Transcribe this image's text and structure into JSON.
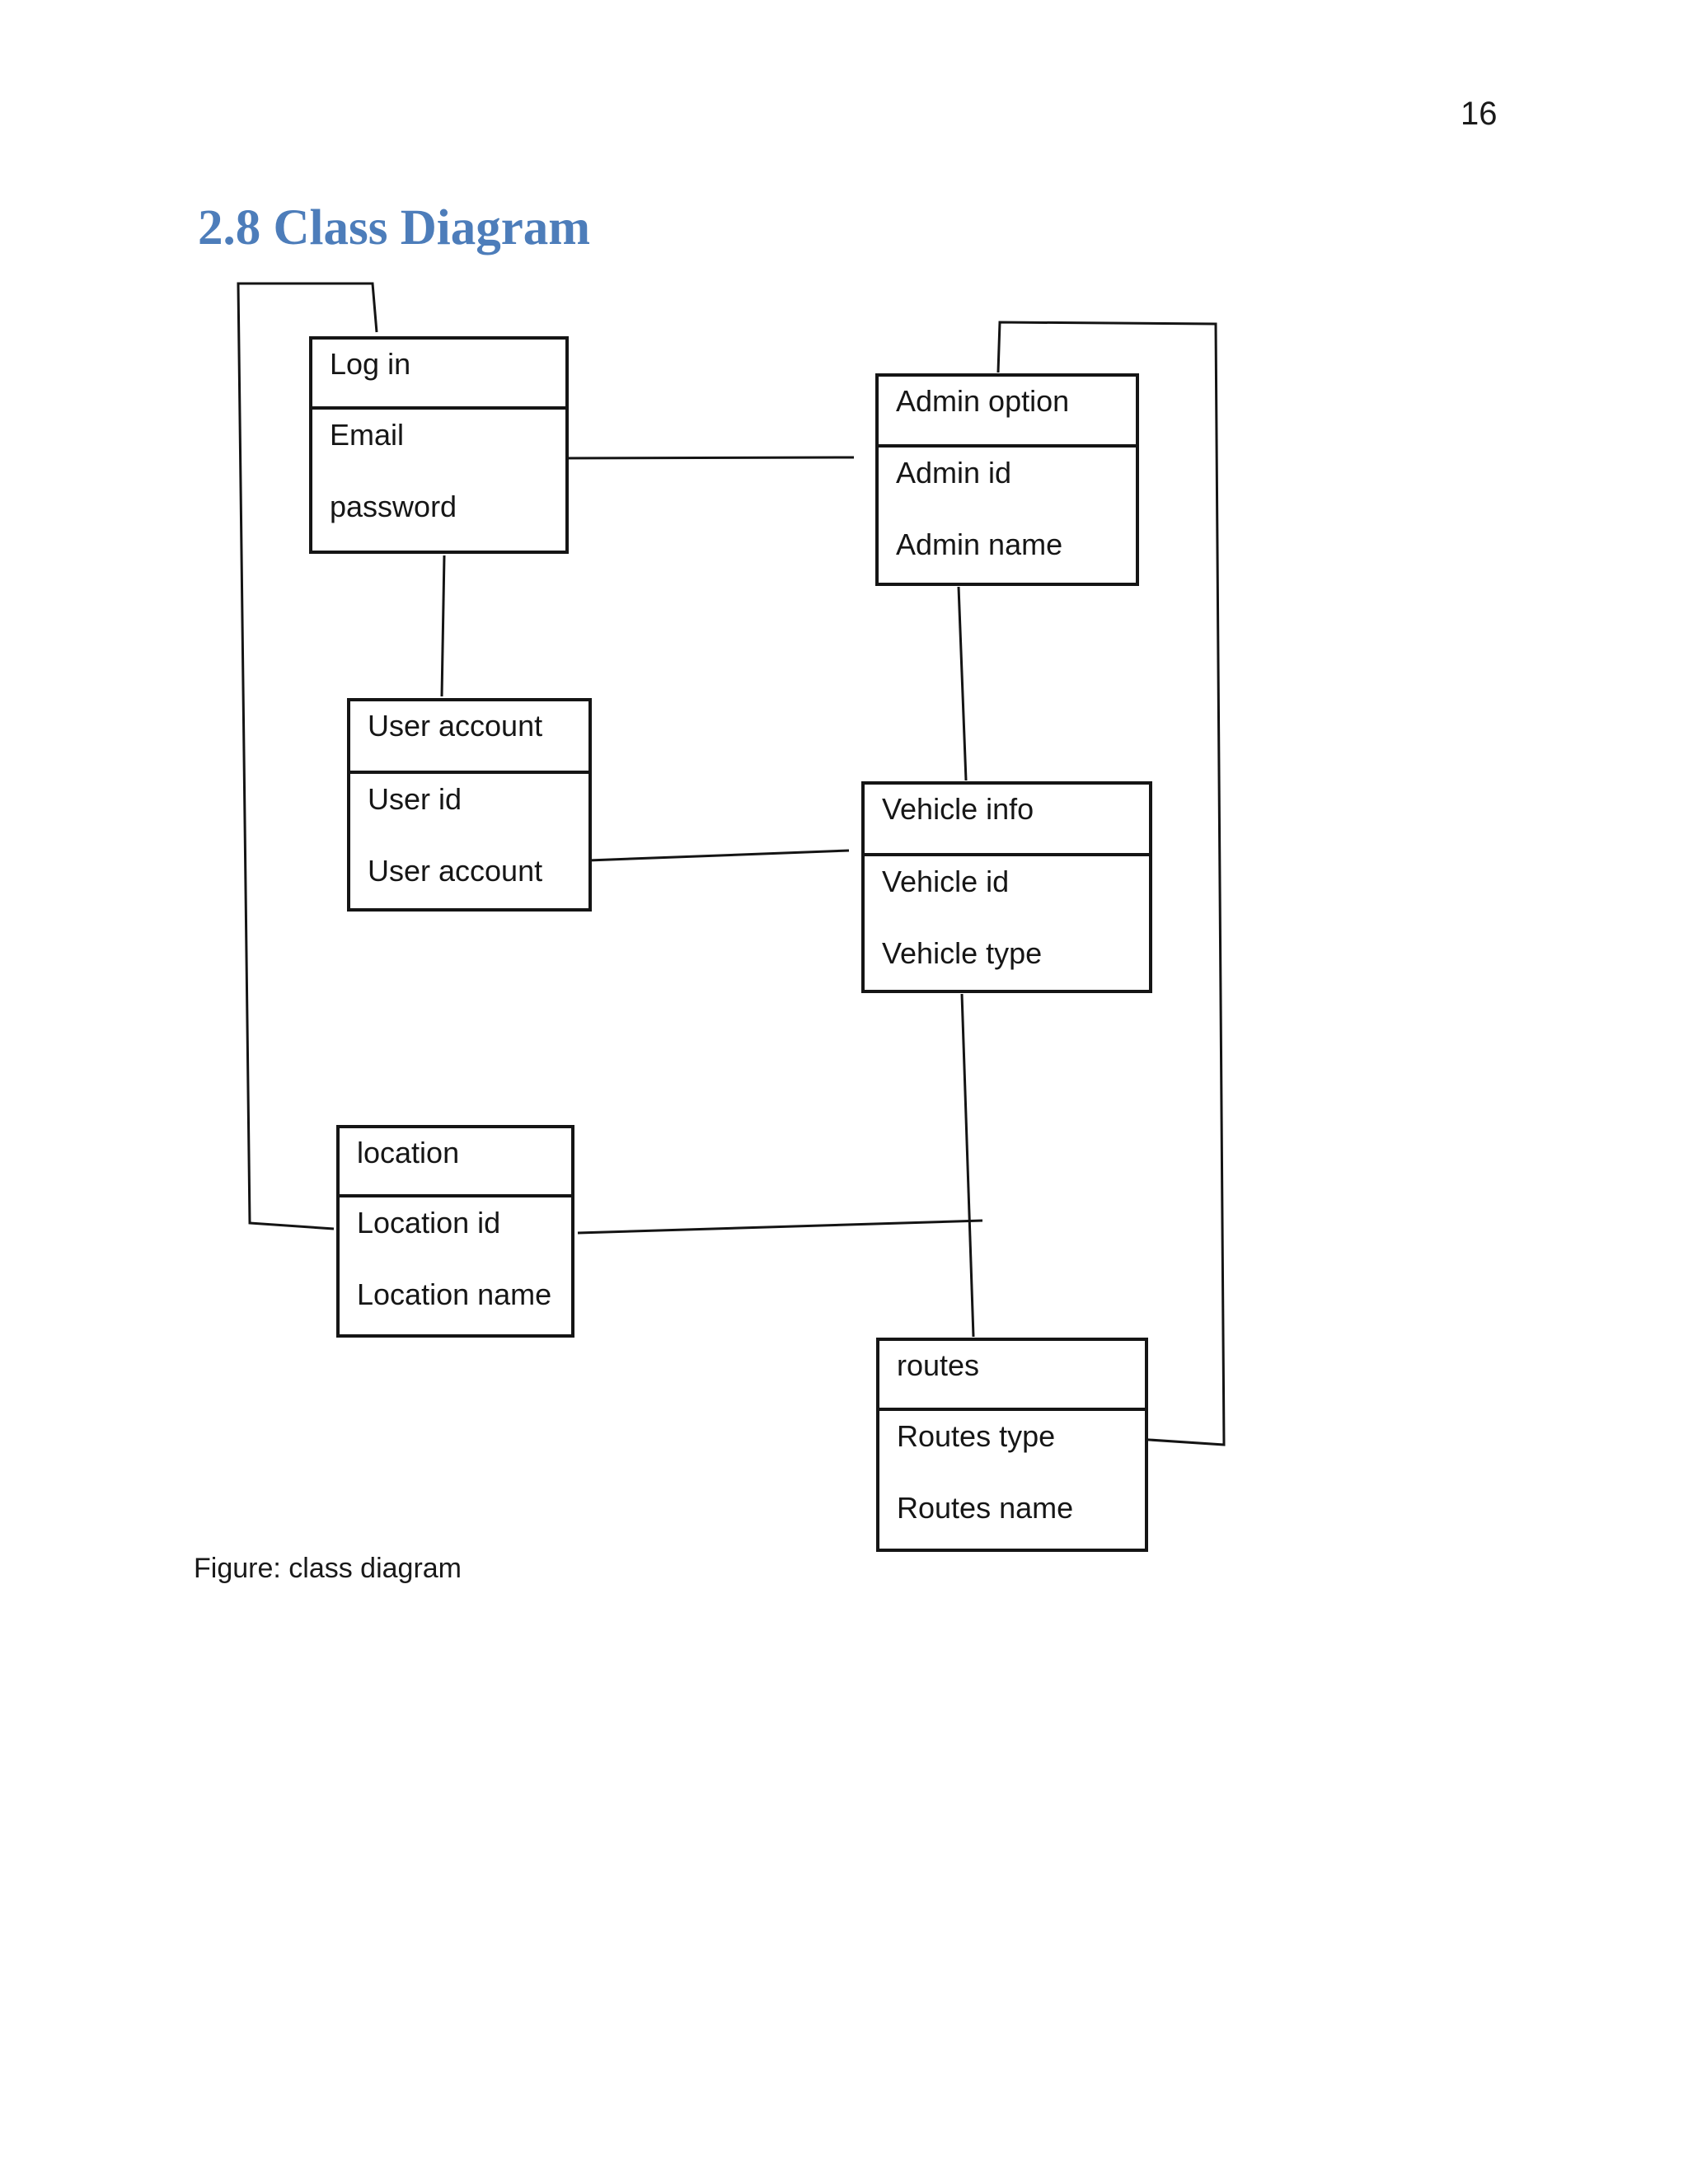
{
  "page": {
    "page_number": "16",
    "heading": "2.8 Class Diagram",
    "heading_color": "#4d7dba",
    "caption": "Figure: class diagram"
  },
  "diagram": {
    "classes": [
      {
        "name": "Log in",
        "attributes": [
          "Email",
          "password"
        ]
      },
      {
        "name": "Admin option",
        "attributes": [
          "Admin id",
          "Admin name"
        ]
      },
      {
        "name": "User account",
        "attributes": [
          "User id",
          "User account"
        ]
      },
      {
        "name": "Vehicle info",
        "attributes": [
          "Vehicle id",
          "Vehicle type"
        ]
      },
      {
        "name": "location",
        "attributes": [
          "Location id",
          "Location name"
        ]
      },
      {
        "name": "routes",
        "attributes": [
          "Routes type",
          "Routes name"
        ]
      }
    ],
    "relationships": [
      {
        "from": "Log in",
        "to": "Admin option"
      },
      {
        "from": "Log in",
        "to": "User account"
      },
      {
        "from": "Log in",
        "to": "location"
      },
      {
        "from": "Admin option",
        "to": "Vehicle info"
      },
      {
        "from": "Admin option",
        "to": "routes"
      },
      {
        "from": "User account",
        "to": "Vehicle info"
      },
      {
        "from": "User account",
        "to": "location"
      },
      {
        "from": "Vehicle info",
        "to": "routes"
      },
      {
        "from": "location",
        "to": "routes"
      }
    ]
  }
}
